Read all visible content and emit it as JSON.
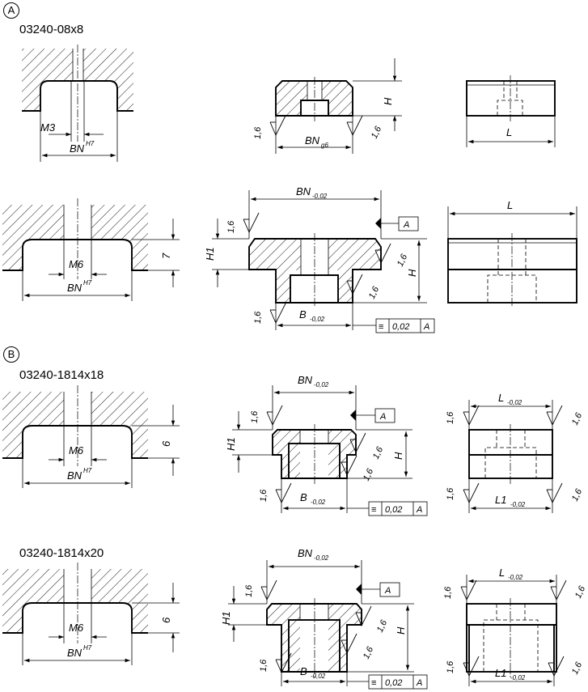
{
  "variants": [
    {
      "marker": "A",
      "part_number": "03240-08x8"
    },
    {
      "marker": "B",
      "part_number": "03240-1814x18"
    },
    {
      "marker": "",
      "part_number": "03240-1814x20"
    }
  ],
  "dims": {
    "M3": "M3",
    "M6": "M6",
    "BN": "BN",
    "H7": "H7",
    "H": "H",
    "H1": "H1",
    "L": "L",
    "L1": "L1",
    "B": "B",
    "g6": "g6",
    "tol": "-0,02",
    "seven": "7",
    "six": "6",
    "rough": "1,6",
    "datum": "A",
    "sym_value": "0,02",
    "sym_symbol": "≡"
  }
}
